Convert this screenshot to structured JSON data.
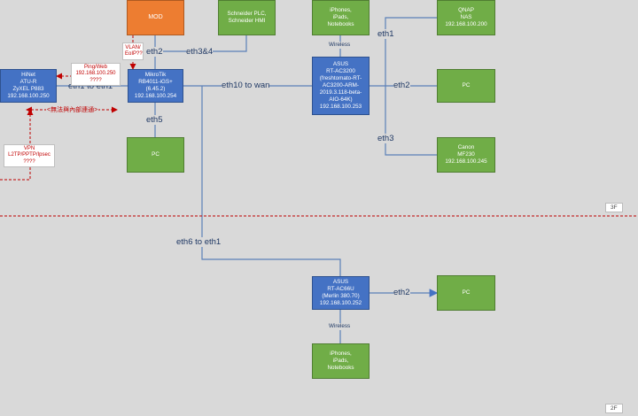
{
  "nodes": {
    "mod": {
      "lines": [
        "MOD"
      ]
    },
    "schneider": {
      "lines": [
        "Schneider PLC,",
        "Schneider HMI"
      ]
    },
    "iphones_3f": {
      "lines": [
        "iPhones,",
        "iPads,",
        "Notebooks"
      ]
    },
    "qnap": {
      "lines": [
        "QNAP",
        "NAS",
        "192.168.100.200"
      ]
    },
    "hinet": {
      "lines": [
        "HiNet",
        "ATU-R",
        "ZyXEL P883",
        "192.168.100.250"
      ]
    },
    "mikrotik": {
      "lines": [
        "MikroTik",
        "RB4011-iGS+",
        "(6.45.2)",
        "192.168.100.254"
      ]
    },
    "asus_ac3200": {
      "lines": [
        "ASUS",
        "RT-AC3200",
        "(freshtomato-RT-",
        "AC3200-ARM-",
        "2019.3.118-beta-",
        "AIO-64K)",
        "192.168.100.253"
      ]
    },
    "pc_eth2_3f": {
      "lines": [
        "PC"
      ]
    },
    "pc_eth5": {
      "lines": [
        "PC"
      ]
    },
    "canon": {
      "lines": [
        "Canon",
        "MF230",
        "192.168.100.245"
      ]
    },
    "asus_ac66u": {
      "lines": [
        "ASUS",
        "RT-AC66U",
        "(Merlin 380.70)",
        "192.168.100.252"
      ]
    },
    "pc_2f": {
      "lines": [
        "PC"
      ]
    },
    "iphones_2f": {
      "lines": [
        "iPhones,",
        "iPads,",
        "Notebooks"
      ]
    }
  },
  "links": {
    "eth2_mod": "eth2",
    "eth3_4": "eth3&4",
    "eth1_to_eth1": "eth1 to eth1",
    "eth10_to_wan": "eth10 to wan",
    "eth5": "eth5",
    "eth1_qnap": "eth1",
    "eth2_pc": "eth2",
    "eth3_canon": "eth3",
    "eth6_to_eth1": "eth6 to eth1",
    "eth2_2f": "eth2",
    "wireless_3f": "Wireless",
    "wireless_2f": "Wireless"
  },
  "notes": {
    "vlan": [
      "VLAN/",
      "EoIP??"
    ],
    "ping": [
      "Ping/Web",
      "192.168.100.250",
      "????"
    ],
    "unable": "<無法與內部連通>",
    "vpn": [
      "VPN",
      "L2TP/PPTP/Ipsec",
      "????"
    ]
  },
  "floors": {
    "f3": "3F",
    "f2": "2F"
  },
  "colors": {
    "router_blue": "#4472c4",
    "device_green": "#70ad47",
    "mod_orange": "#ed7d31",
    "wire": "#5b80b8",
    "warning_red": "#c00000"
  }
}
